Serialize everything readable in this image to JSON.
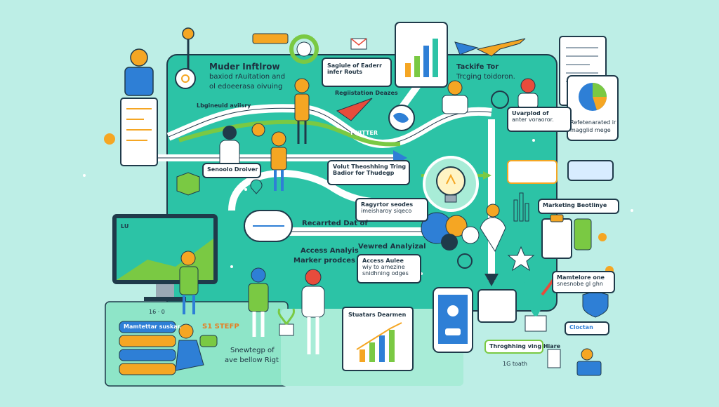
{
  "labels": {
    "main_title": "Muder Inftlrow",
    "main_sub1": "baxiod rAuitation and",
    "main_sub2": "ol edoeerasa oivuing",
    "legend": "Lbgineuid aviisry",
    "segmentation_1": "Sagiule of Eaderr",
    "segmentation_2": "infer Routs",
    "registration": "Regiistation Deazes",
    "twitter": "TWITTER",
    "tracking_1": "Tackife Tor",
    "tracking_2": "Trcging toidoron.",
    "upgrade_1": "Uvarplod of",
    "upgrade_2": "anter voraoror.",
    "reference_1": "Refetenarated ir",
    "reference_2": "magglid mege",
    "service_driver": "Senoolo Droiver",
    "value_1": "Volut Theoshhing Tring",
    "value_2": "Badior for Thudegp",
    "register_1": "Ragyrtor seodes",
    "register_2": "imeisharoy siqeco",
    "recurrent": "Recarrted Dat of",
    "marketing": "Marketing Beotlinye",
    "access_1": "Access Analyis",
    "access_2": "Marker prodces",
    "viewed": "Vewred Analyizal",
    "access_aud_1": "Access Aulee",
    "access_aud_2": "wiy to amezine",
    "access_aud_3": "snidhning odges",
    "monitor_1": "Mamtelore one",
    "monitor_2": "snesnobe gl ghn",
    "step": "S1 STEFP",
    "step_num": "16 · 0",
    "knowledge_1": "Snewtegp of",
    "knowledge_2": "ave bellow Rigt",
    "stack_item1": "Mamtettar suskar.",
    "stats_title": "Stuatars Dearmen",
    "throughput": "Throghhing ving Hiare",
    "rate": "1G toath",
    "clocken": "Cloctan",
    "screen_tag": "LU"
  },
  "colors": {
    "background": "#bdeee6",
    "panel": "#2cc3a6",
    "accent_orange": "#f5a623",
    "accent_green": "#7ac943",
    "accent_blue": "#2e7fd6",
    "outline": "#1f3a4a"
  },
  "icons": [
    "person-icon",
    "lightbulb-icon",
    "paper-plane-icon",
    "airplane-icon",
    "envelope-icon",
    "magnifier-icon",
    "plant-icon",
    "smartphone-icon",
    "monitor-icon",
    "bar-chart-icon",
    "clipboard-icon",
    "star-icon",
    "shield-icon",
    "chat-bubble-icon",
    "dna-icon",
    "pie-chart-icon"
  ]
}
